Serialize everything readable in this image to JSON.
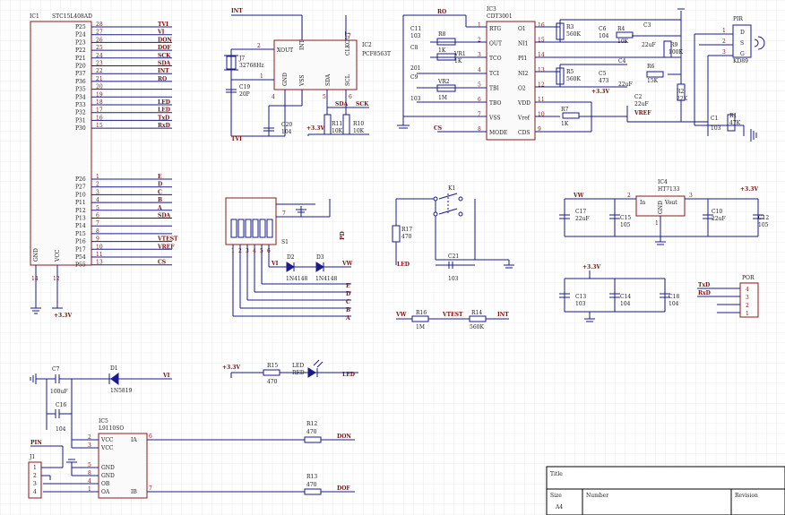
{
  "ic1": {
    "ref": "IC1",
    "part": "STC15L408AD",
    "gnd_label": "GND",
    "vcc_label": "VCC",
    "pins_top": [
      {
        "name": "P25",
        "num": "28",
        "net": "TVI"
      },
      {
        "name": "P24",
        "num": "27",
        "net": "VI"
      },
      {
        "name": "P23",
        "num": "26",
        "net": "DON"
      },
      {
        "name": "P22",
        "num": "25",
        "net": "DOF"
      },
      {
        "name": "P21",
        "num": "24",
        "net": "SCK"
      },
      {
        "name": "P20",
        "num": "23",
        "net": "SDA"
      },
      {
        "name": "P37",
        "num": "22",
        "net": "INT"
      },
      {
        "name": "P36",
        "num": "21",
        "net": "RO"
      },
      {
        "name": "P35",
        "num": "20",
        "net": ""
      },
      {
        "name": "P34",
        "num": "19",
        "net": ""
      },
      {
        "name": "P33",
        "num": "18",
        "net": "LED"
      },
      {
        "name": "P32",
        "num": "17",
        "net": "LED"
      },
      {
        "name": "P31",
        "num": "16",
        "net": "TxD"
      },
      {
        "name": "P30",
        "num": "15",
        "net": "RxD"
      }
    ],
    "pins_bottom": [
      {
        "name": "P26",
        "num": "1",
        "net": "E"
      },
      {
        "name": "P27",
        "num": "2",
        "net": "D"
      },
      {
        "name": "P10",
        "num": "3",
        "net": "C"
      },
      {
        "name": "P11",
        "num": "4",
        "net": "B"
      },
      {
        "name": "P12",
        "num": "5",
        "net": "A"
      },
      {
        "name": "P13",
        "num": "6",
        "net": "SDA"
      },
      {
        "name": "P14",
        "num": "7",
        "net": ""
      },
      {
        "name": "P15",
        "num": "8",
        "net": ""
      },
      {
        "name": "P16",
        "num": "9",
        "net": "VTEST"
      },
      {
        "name": "P17",
        "num": "10",
        "net": "VREF"
      },
      {
        "name": "P54",
        "num": "11",
        "net": ""
      },
      {
        "name": "P55",
        "num": "13",
        "net": "CS"
      }
    ],
    "pin14": "14",
    "pin12": "12",
    "vcc_net": "+3.3V"
  },
  "ic2": {
    "ref": "IC2",
    "part": "PCF8563T",
    "xout": "XOUT",
    "int": "INT",
    "clkout": "CLKOUT",
    "gnd": "GND",
    "vss": "VSS",
    "sda": "SDA",
    "scl": "SCL",
    "p2": "2",
    "p7": "7",
    "p1": "1",
    "p4": "4",
    "p5": "5",
    "p6": "6",
    "net_int": "INT",
    "net_sda": "SDA",
    "net_sck": "SCK",
    "net_tvi": "TVI",
    "net_33": "+3.3V",
    "j7": "J7",
    "j7_val": "32768Hz",
    "c19": "C19",
    "c19_val": "20P",
    "c20": "C20",
    "c20_val": "104",
    "r11": "R11",
    "r11_val": "10K",
    "r10": "R10",
    "r10_val": "10K"
  },
  "ic3": {
    "ref": "IC3",
    "part": "CDT3001",
    "left_pins": [
      {
        "name": "RTG",
        "num": "1"
      },
      {
        "name": "OUT",
        "num": "2"
      },
      {
        "name": "TCO",
        "num": "3"
      },
      {
        "name": "TCI",
        "num": "4"
      },
      {
        "name": "TBI",
        "num": "5"
      },
      {
        "name": "TBO",
        "num": "6"
      },
      {
        "name": "VSS",
        "num": "7"
      },
      {
        "name": "MODE",
        "num": "8"
      }
    ],
    "right_pins": [
      {
        "name": "O1",
        "num": "16"
      },
      {
        "name": "NI1",
        "num": "15"
      },
      {
        "name": "PI1",
        "num": "14"
      },
      {
        "name": "NI2",
        "num": "13"
      },
      {
        "name": "O2",
        "num": "12"
      },
      {
        "name": "VDD",
        "num": "11"
      },
      {
        "name": "Vref",
        "num": "10"
      },
      {
        "name": "CDS",
        "num": "9"
      }
    ],
    "net_ro": "RO",
    "net_cs": "CS",
    "net_vref": "VREF",
    "net_33": "+3.3V",
    "c11": "C11",
    "c11_val": "103",
    "c8": "C8",
    "c8_val": "201",
    "c9": "C9",
    "c9_val": "103",
    "r8": "R8",
    "r8_val": "1K",
    "vr1": "VR1",
    "vr1_val": "1K",
    "vr2": "VR2",
    "vr2_val": "1M",
    "r3": "R3",
    "r3_val": "560K",
    "c6": "C6",
    "c6_val": "104",
    "r4": "R4",
    "r4_val": "10K",
    "c3": "C3",
    "c3_val": "22uF",
    "r9": "R9",
    "r9_val": "100K",
    "r5": "R5",
    "r5_val": "560K",
    "c5": "C5",
    "c5_val": "473",
    "c4": "C4",
    "c4_val": "22uF",
    "r6": "R6",
    "r6_val": "15K",
    "c2": "C2",
    "c2_val": "22uF",
    "r2": "R2",
    "r2_val": "22K",
    "r7": "R7",
    "r7_val": "1K",
    "c1": "C1",
    "c1_val": "103",
    "r1": "R1",
    "r1_val": "47K"
  },
  "pir": {
    "ref": "PIR",
    "part": "KD89",
    "pins": [
      "D",
      "S",
      "G"
    ],
    "nums": [
      "1",
      "2",
      "3"
    ]
  },
  "s1": {
    "ref": "S1",
    "pin7": "7",
    "net_pd": "PD",
    "pin_nums": [
      "1",
      "2",
      "3",
      "4",
      "5",
      "6"
    ],
    "net_vi": "VI",
    "net_vw": "VW",
    "d2": "D2",
    "d2_val": "1N4148",
    "d3": "D3",
    "d3_val": "1N4148",
    "nets": [
      "E",
      "D",
      "C",
      "B",
      "A"
    ]
  },
  "k1": {
    "ref": "K1",
    "r17": "R17",
    "r17_val": "470",
    "net_led": "LED",
    "c21": "C21",
    "c21_val": "103"
  },
  "ic4": {
    "ref": "IC4",
    "part": "HT7133",
    "in": "In",
    "vout": "Vout",
    "gnd": "GND",
    "p2": "2",
    "p3": "3",
    "p1": "1",
    "net_vw": "VW",
    "net_33": "+3.3V",
    "c17": "C17",
    "c17_val": "22uF",
    "c15": "C15",
    "c15_val": "105",
    "c10": "C10",
    "c10_val": "22uF",
    "c12": "C12",
    "c12_val": "105"
  },
  "decoupling": {
    "net_33": "+3.3V",
    "c13": "C13",
    "c13_val": "103",
    "c14": "C14",
    "c14_val": "104",
    "c18": "C18",
    "c18_val": "104"
  },
  "por": {
    "ref": "POR",
    "nets": [
      "TxD",
      "RxD"
    ],
    "pins": [
      "4",
      "3",
      "2",
      "1"
    ]
  },
  "vdiv": {
    "net_vw": "VW",
    "r16": "R16",
    "r16_val": "1M",
    "net_vtest": "VTEST",
    "r14": "R14",
    "r14_val": "560K",
    "net_int": "INT"
  },
  "power_in": {
    "c7": "C7",
    "c7_val": "100uF",
    "d1": "D1",
    "d1_val": "1N5819",
    "net_vi": "VI",
    "c16": "C16",
    "c16_val": "104"
  },
  "led_circuit": {
    "net_33": "+3.3V",
    "r15": "R15",
    "r15_val": "470",
    "led": "LED",
    "led_color": "RED",
    "net_led": "LED"
  },
  "ic5": {
    "ref": "IC5",
    "part": "L9110SO",
    "left": [
      {
        "name": "VCC",
        "num": "2"
      },
      {
        "name": "VCC",
        "num": "3"
      },
      {
        "name": "GND",
        "num": "5"
      },
      {
        "name": "GND",
        "num": "8"
      },
      {
        "name": "OB",
        "num": "4"
      },
      {
        "name": "OA",
        "num": "1"
      }
    ],
    "ia": "IA",
    "ib": "IB",
    "pia": "6",
    "pib": "7",
    "r12": "R12",
    "r12_val": "470",
    "net_don": "DON",
    "r13": "R13",
    "r13_val": "470",
    "net_dof": "DOF"
  },
  "j1": {
    "ref": "J1",
    "net_pin": "PIN",
    "pins": [
      "1",
      "2",
      "3",
      "4"
    ]
  },
  "titleblock": {
    "title": "Title",
    "size": "Size",
    "number": "Number",
    "revision": "Revision",
    "size_val": "A4"
  },
  "colors": {
    "wire": "#1a1a8c",
    "part": "#8b1a1a",
    "grid": "#d6d6d6",
    "text": "#7a1010"
  }
}
